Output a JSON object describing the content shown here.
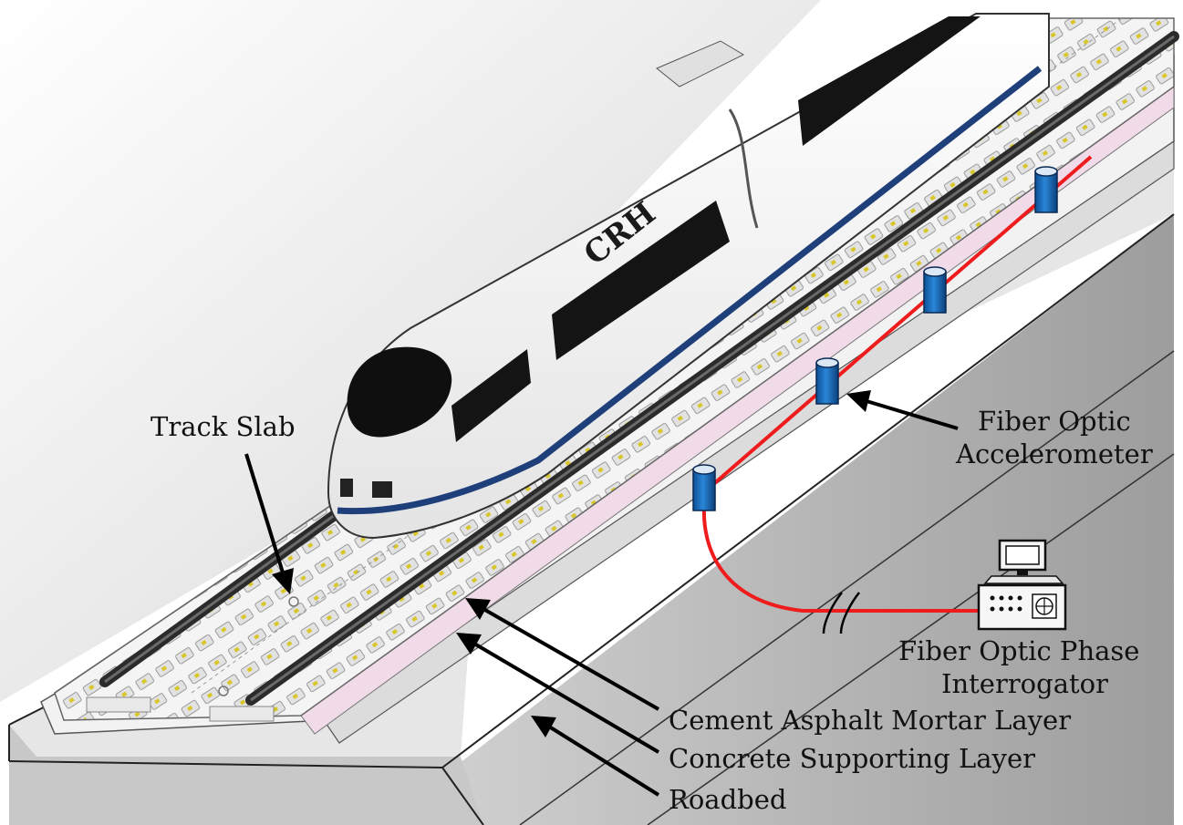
{
  "labels": {
    "track_slab": "Track Slab",
    "train_logo": "CRH",
    "accelerometer_line1": "Fiber Optic",
    "accelerometer_line2": "Accelerometer",
    "interrogator_line1": "Fiber Optic Phase",
    "interrogator_line2": "Interrogator",
    "ca_mortar": "Cement Asphalt Mortar Layer",
    "concrete_support": "Concrete Supporting Layer",
    "roadbed": "Roadbed"
  },
  "colors": {
    "fiber_cable": "#ee1c1c",
    "accelerometer": "#1466b8",
    "train_stripe": "#1f3f7a",
    "mortar_tint": "#f1dbe9"
  },
  "sensor_count": 4
}
